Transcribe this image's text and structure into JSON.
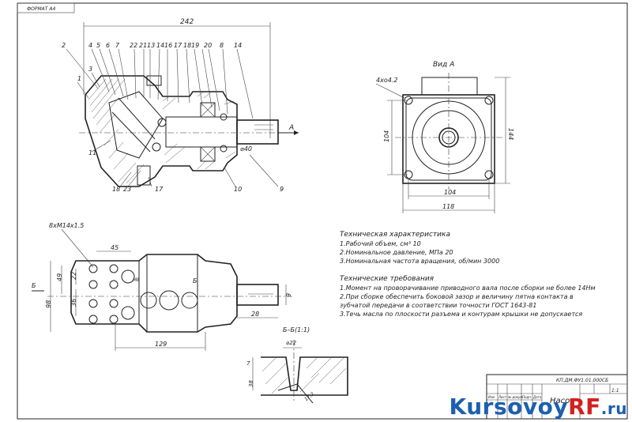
{
  "stamp_top": "ФОРМАТ А4",
  "dim": {
    "overall_length": "242",
    "shaft_dia": "⌀40",
    "section_label": "A",
    "hole_spec": "4хо4.2",
    "flange_104_v": "104",
    "flange_144_v": "144",
    "flange_104_h": "104",
    "flange_118_h": "118",
    "thread_spec": "8хМ14х1.5",
    "d45": "45",
    "d49": "49",
    "d22": "22",
    "d36": "36",
    "d98": "98",
    "d28": "28",
    "d9": "9",
    "d129": "129",
    "b_label": "Б",
    "d22b": "⌀22",
    "d7": "7",
    "d38": "38",
    "d17": "17,2",
    "m8": "М8"
  },
  "view_a_title": "Вид А",
  "section_b_title": "Б–Б(1:1)",
  "callouts": [
    {
      "n": "2"
    },
    {
      "n": "4"
    },
    {
      "n": "5"
    },
    {
      "n": "6"
    },
    {
      "n": "7"
    },
    {
      "n": "22"
    },
    {
      "n": "21"
    },
    {
      "n": "13"
    },
    {
      "n": "14"
    },
    {
      "n": "16"
    },
    {
      "n": "17"
    },
    {
      "n": "18"
    },
    {
      "n": "19"
    },
    {
      "n": "20"
    },
    {
      "n": "8"
    },
    {
      "n": "14"
    },
    {
      "n": "1"
    },
    {
      "n": "3"
    },
    {
      "n": "11"
    },
    {
      "n": "18"
    },
    {
      "n": "23"
    },
    {
      "n": "17"
    },
    {
      "n": "10"
    },
    {
      "n": "9"
    }
  ],
  "tech_char": {
    "title": "Техническая характеристика",
    "lines": [
      "1.Рабочий объем, см³ 10",
      "2.Номинальное давление, МПа   20",
      "3.Номинальная частота вращения, об/мин 3000"
    ]
  },
  "tech_req": {
    "title": "Технические требования",
    "lines": [
      "1.Момент на проворачивание приводного вала после сборки не более 14Нм",
      "2.При сборке обеспечить боковой зазор и величину пятна контакта в",
      "зубчатой передачи в соответствии точности ГОСТ 1643-81",
      "3.Течь масла по плоскости разъема и контурам крышки не допускается"
    ]
  },
  "title_block": {
    "code": "КП.ДМ.ФУ1.01.000СБ",
    "name": "Насос",
    "sheet_scale": "1:1",
    "cols": [
      "Изм",
      "Лист",
      "№ докум.",
      "Подп.",
      "Дата"
    ]
  },
  "logo": {
    "part1": "Kursovoy",
    "part2": "RF",
    "part3": ".ru"
  }
}
